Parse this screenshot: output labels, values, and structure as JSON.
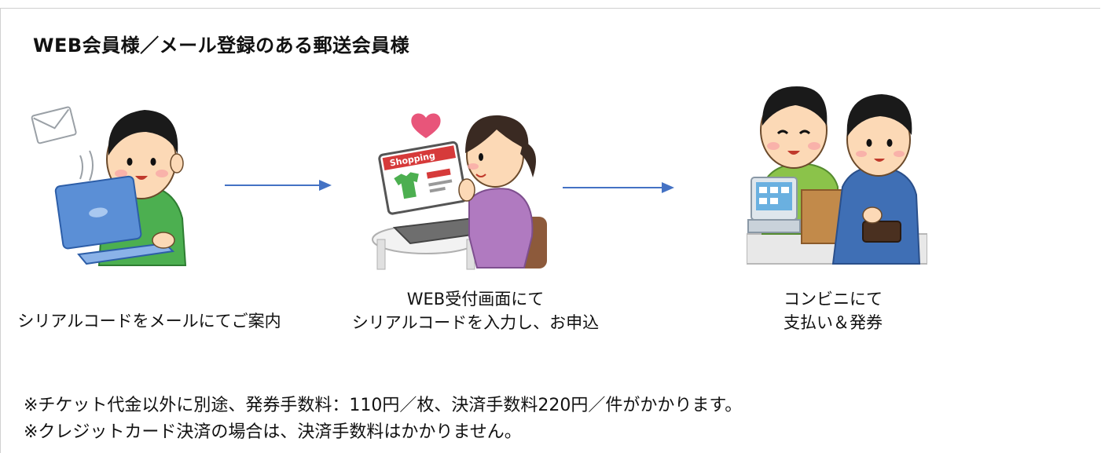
{
  "title": "WEB会員様／メール登録のある郵送会員様",
  "steps": [
    {
      "icon": "man-with-laptop-email-icon",
      "caption_lines": [
        "シリアルコードをメールにてご案内"
      ]
    },
    {
      "icon": "woman-online-shopping-icon",
      "caption_lines": [
        "WEB受付画面にて",
        "シリアルコードを入力し、お申込"
      ]
    },
    {
      "icon": "convenience-store-payment-icon",
      "caption_lines": [
        "コンビニにて",
        "支払い＆発券"
      ]
    }
  ],
  "illustration_text": {
    "shopping_banner": "Shopping"
  },
  "notes": [
    "※チケット代金以外に別途、発券手数料：110円／枚、決済手数料220円／件がかかります。",
    "※クレジットカード決済の場合は、決済手数料はかかりません。"
  ],
  "colors": {
    "arrow": "#4472c4",
    "border": "#d0d0d0",
    "text": "#111111"
  }
}
